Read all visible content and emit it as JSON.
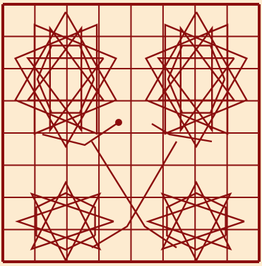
{
  "puzzle": {
    "kind": "grid-path-puzzle",
    "grid": {
      "columns": 8,
      "rows": 8
    },
    "colors": {
      "background": "#fdebd0",
      "line": "#8b0e0e",
      "path": "#8b0e0e",
      "start_dot": "#8b0e0e"
    },
    "start_marker": "filled-dot",
    "end_marker": "open-end"
  }
}
